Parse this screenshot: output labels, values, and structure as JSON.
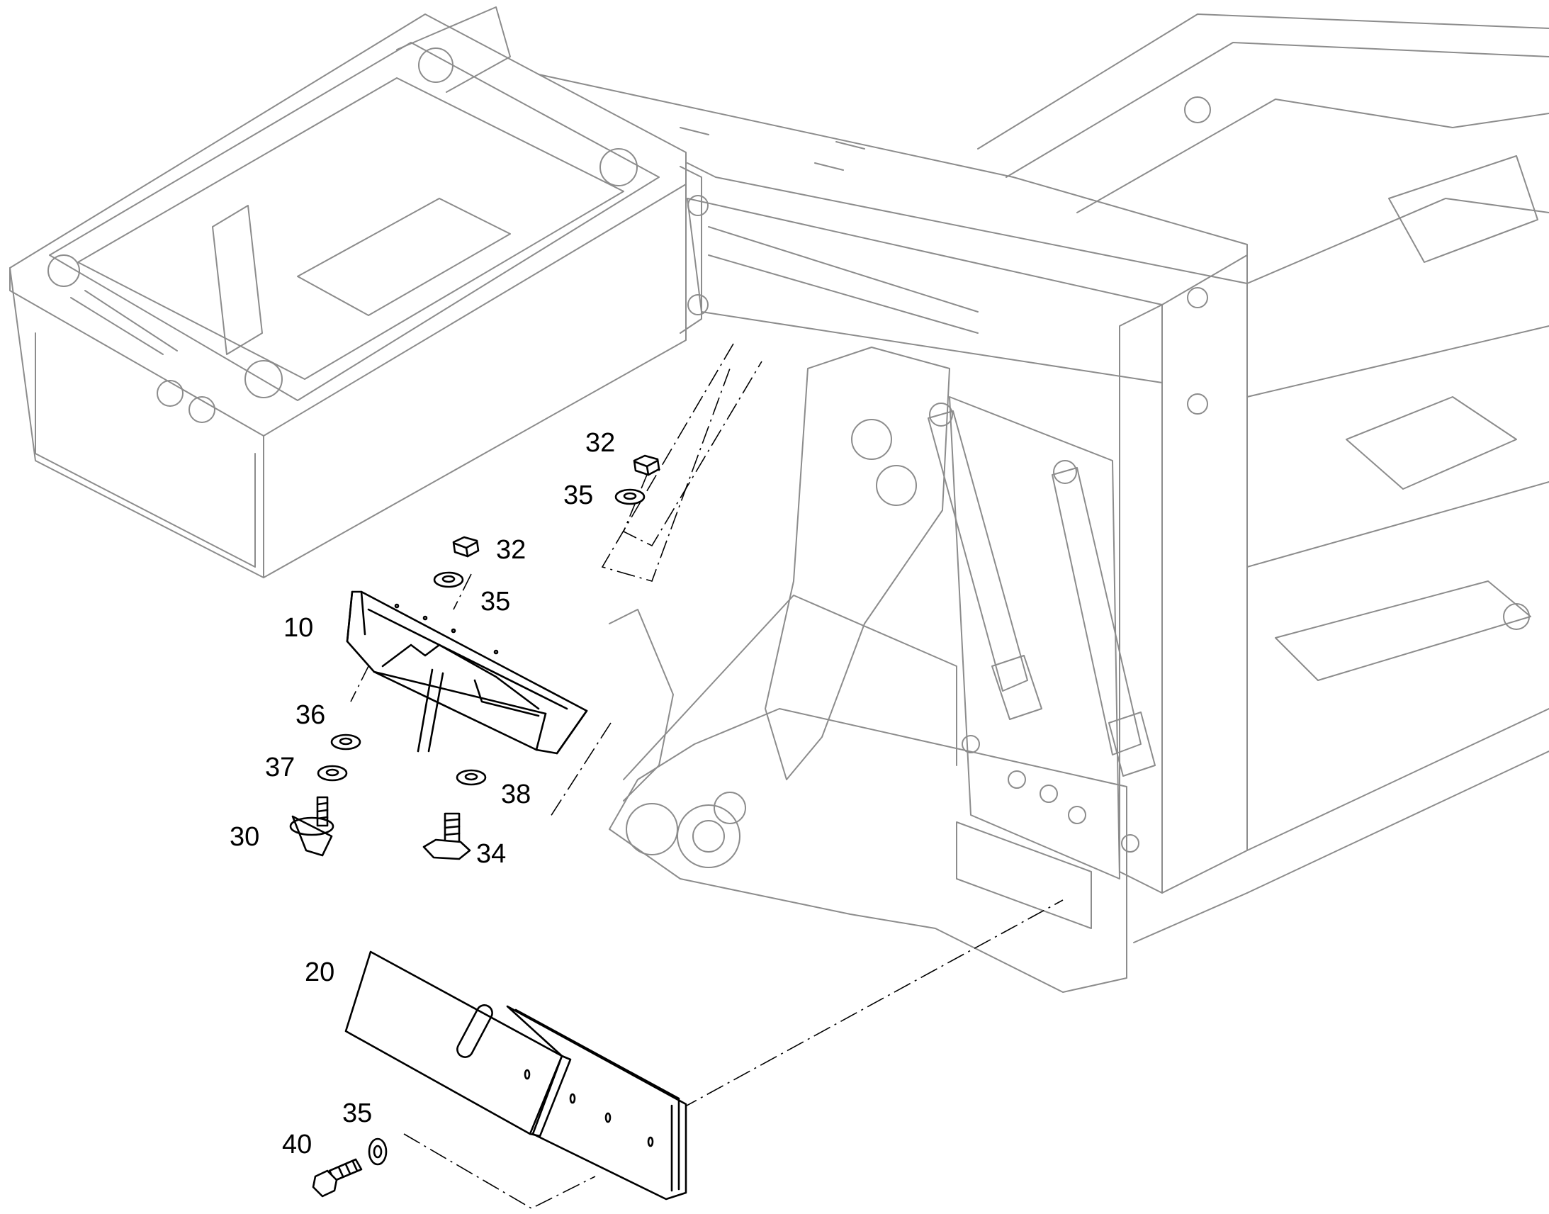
{
  "callouts": [
    {
      "id": "c32a",
      "label": "32"
    },
    {
      "id": "c35a",
      "label": "35"
    },
    {
      "id": "c32b",
      "label": "32"
    },
    {
      "id": "c35b",
      "label": "35"
    },
    {
      "id": "c10",
      "label": "10"
    },
    {
      "id": "c36",
      "label": "36"
    },
    {
      "id": "c37",
      "label": "37"
    },
    {
      "id": "c38",
      "label": "38"
    },
    {
      "id": "c30",
      "label": "30"
    },
    {
      "id": "c34",
      "label": "34"
    },
    {
      "id": "c20",
      "label": "20"
    },
    {
      "id": "c35c",
      "label": "35"
    },
    {
      "id": "c40",
      "label": "40"
    }
  ]
}
